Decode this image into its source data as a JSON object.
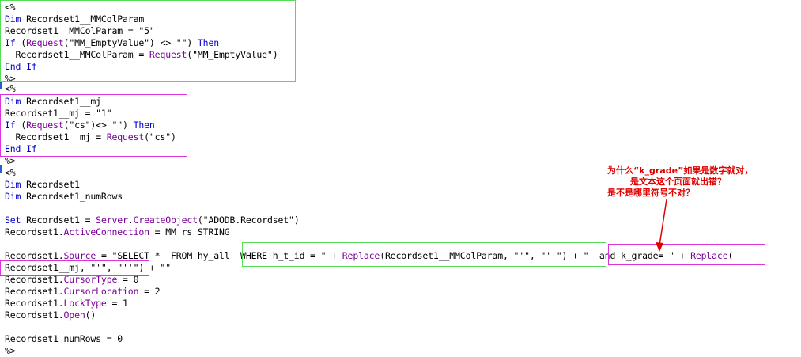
{
  "code_lines": [
    {
      "parts": [
        [
          "t",
          "<%"
        ]
      ]
    },
    {
      "parts": [
        [
          "kw",
          "Dim"
        ],
        [
          "t",
          " Recordset1__MMColParam"
        ]
      ]
    },
    {
      "parts": [
        [
          "t",
          "Recordset1__MMColParam = \"5\""
        ]
      ]
    },
    {
      "parts": [
        [
          "kw",
          "If"
        ],
        [
          "t",
          " ("
        ],
        [
          "fn",
          "Request"
        ],
        [
          "t",
          "(\"MM_EmptyValue\") <> \"\") "
        ],
        [
          "kw",
          "Then"
        ]
      ]
    },
    {
      "parts": [
        [
          "t",
          "  Recordset1__MMColParam = "
        ],
        [
          "fn",
          "Request"
        ],
        [
          "t",
          "(\"MM_EmptyValue\")"
        ]
      ]
    },
    {
      "parts": [
        [
          "kw",
          "End If"
        ]
      ]
    },
    {
      "parts": [
        [
          "t",
          "%>"
        ]
      ]
    },
    {
      "parts": [
        [
          "t",
          "<%"
        ]
      ]
    },
    {
      "parts": [
        [
          "kw",
          "Dim"
        ],
        [
          "t",
          " Recordset1__mj"
        ]
      ]
    },
    {
      "parts": [
        [
          "t",
          "Recordset1__mj = \"1\""
        ]
      ]
    },
    {
      "parts": [
        [
          "kw",
          "If"
        ],
        [
          "t",
          " ("
        ],
        [
          "fn",
          "Request"
        ],
        [
          "t",
          "(\"cs\")<> \"\") "
        ],
        [
          "kw",
          "Then"
        ]
      ]
    },
    {
      "parts": [
        [
          "t",
          "  Recordset1__mj = "
        ],
        [
          "fn",
          "Request"
        ],
        [
          "t",
          "(\"cs\")"
        ]
      ]
    },
    {
      "parts": [
        [
          "kw",
          "End If"
        ]
      ]
    },
    {
      "parts": [
        [
          "t",
          "%>"
        ]
      ]
    },
    {
      "parts": [
        [
          "t",
          "<%"
        ]
      ]
    },
    {
      "parts": [
        [
          "kw",
          "Dim"
        ],
        [
          "t",
          " Recordset1"
        ]
      ]
    },
    {
      "parts": [
        [
          "kw",
          "Dim"
        ],
        [
          "t",
          " Recordset1_numRows"
        ]
      ]
    },
    {
      "parts": [
        [
          "t",
          ""
        ]
      ]
    },
    {
      "parts": [
        [
          "kw",
          "Set"
        ],
        [
          "t",
          " Recordset1 = "
        ],
        [
          "ob",
          "Server"
        ],
        [
          "t",
          "."
        ],
        [
          "ob",
          "CreateObject"
        ],
        [
          "t",
          "(\"ADODB.Recordset\")"
        ]
      ]
    },
    {
      "parts": [
        [
          "t",
          "Recordset1."
        ],
        [
          "ob",
          "ActiveConnection"
        ],
        [
          "t",
          " = MM_rs_STRING"
        ]
      ]
    },
    {
      "parts": [
        [
          "t",
          ""
        ]
      ]
    },
    {
      "parts": [
        [
          "t",
          "Recordset1."
        ],
        [
          "ob",
          "Source"
        ],
        [
          "t",
          " = \"SELECT *  FROM hy_all  WHERE h_t_id = \" + "
        ],
        [
          "fn",
          "Replace"
        ],
        [
          "t",
          "(Recordset1__MMColParam, \"'\", \"''\") + \"  and k_grade= \" + "
        ],
        [
          "fn",
          "Replace"
        ],
        [
          "t",
          "("
        ]
      ]
    },
    {
      "parts": [
        [
          "t",
          "Recordset1__mj, \"'\", \"''\") + \"\""
        ]
      ]
    },
    {
      "parts": [
        [
          "t",
          "Recordset1."
        ],
        [
          "ob",
          "CursorType"
        ],
        [
          "t",
          " = 0"
        ]
      ]
    },
    {
      "parts": [
        [
          "t",
          "Recordset1."
        ],
        [
          "ob",
          "CursorLocation"
        ],
        [
          "t",
          " = 2"
        ]
      ]
    },
    {
      "parts": [
        [
          "t",
          "Recordset1."
        ],
        [
          "ob",
          "LockType"
        ],
        [
          "t",
          " = 1"
        ]
      ]
    },
    {
      "parts": [
        [
          "t",
          "Recordset1."
        ],
        [
          "ob",
          "Open"
        ],
        [
          "t",
          "()"
        ]
      ]
    },
    {
      "parts": [
        [
          "t",
          ""
        ]
      ]
    },
    {
      "parts": [
        [
          "t",
          "Recordset1_numRows = 0"
        ]
      ]
    },
    {
      "parts": [
        [
          "t",
          "%>"
        ]
      ]
    }
  ],
  "annotation": {
    "line1": "为什么“k_grade”如果是数字就对，",
    "line2": "是文本这个页面就出错？",
    "line3": "是不是哪里符号不对？"
  },
  "colors": {
    "keyword": "#0000cc",
    "function": "#7b0099",
    "text": "#000000",
    "highlight_green": "#55dd55",
    "highlight_magenta": "#dd33dd",
    "annotation": "#e00000"
  }
}
